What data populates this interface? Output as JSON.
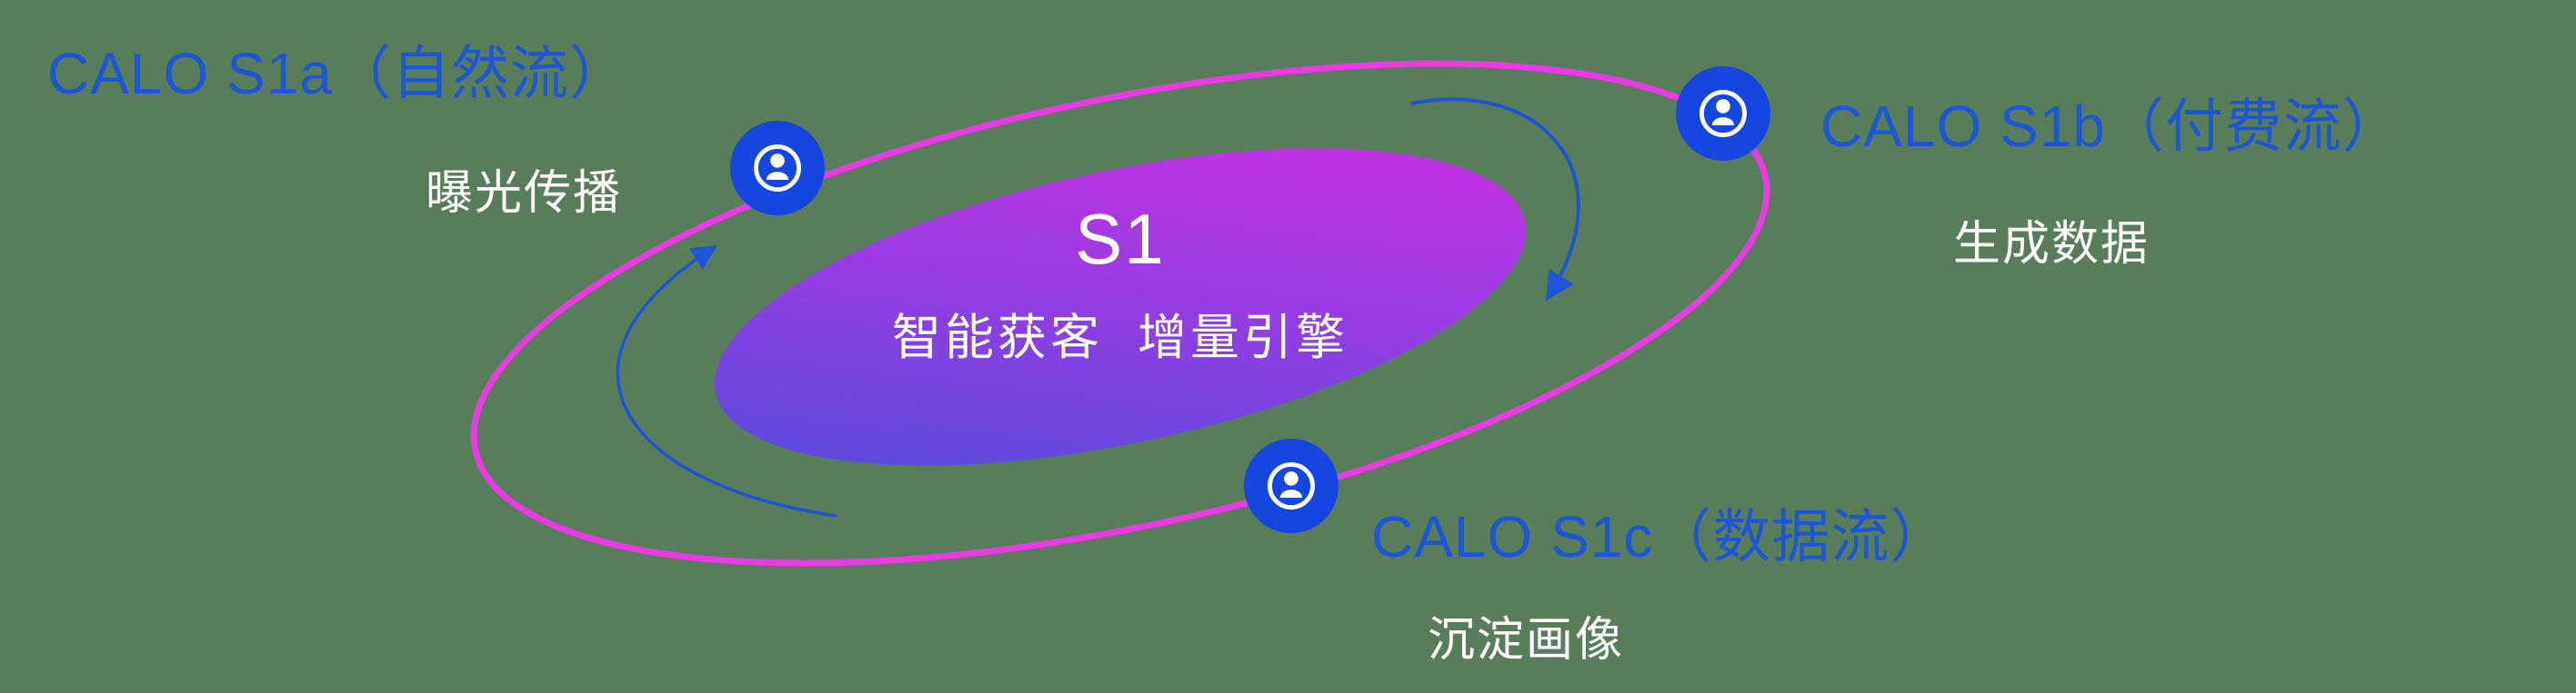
{
  "diagram": {
    "center": {
      "title": "S1",
      "subtitle": "智能获客  增量引擎"
    },
    "nodes": [
      {
        "id": "s1a",
        "label": "CALO S1a（自然流）",
        "sublabel": "曝光传播",
        "icon": "person-icon"
      },
      {
        "id": "s1b",
        "label": "CALO S1b（付费流）",
        "sublabel": "生成数据",
        "icon": "person-icon"
      },
      {
        "id": "s1c",
        "label": "CALO S1c（数据流）",
        "sublabel": "沉淀画像",
        "icon": "person-icon"
      }
    ],
    "arrows": [
      {
        "id": "left-flow-arrow",
        "direction": "counter-clockwise-up"
      },
      {
        "id": "right-flow-arrow",
        "direction": "clockwise-down"
      }
    ],
    "colors": {
      "background": "#587d5a",
      "label_blue": "#1e56d6",
      "node_blue": "#1546e0",
      "ring_magenta": "#ea3ae4",
      "core_gradient_start": "#4a50dc",
      "core_gradient_end": "#d42ee4",
      "arrow_blue": "#1e56d6",
      "text_white": "#ffffff"
    }
  }
}
